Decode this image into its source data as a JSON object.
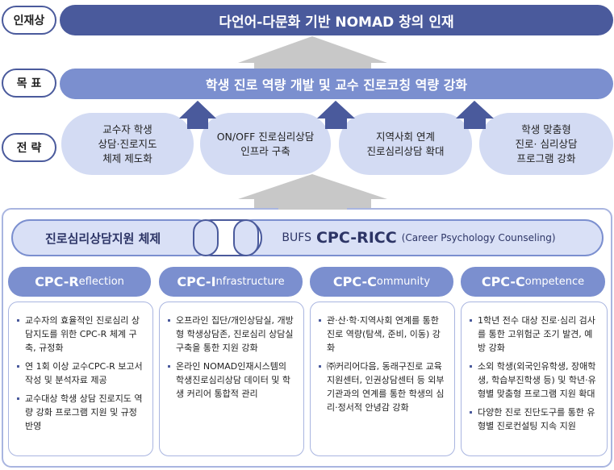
{
  "labels": {
    "talent": "인재상",
    "goal": "목 표",
    "strategy": "전 략"
  },
  "talent_text": "다언어-다문화 기반 NOMAD 창의 인재",
  "goal_text": "학생 진로 역량 개발 및 교수 진로코칭 역량 강화",
  "strategies": [
    "교수자 학생\n상담·진로지도\n체제 제도화",
    "ON/OFF 진로심리상담\n인프라 구축",
    "지역사회 연계\n진로심리상담 확대",
    "학생 맞춤형\n진로· 심리상담\n프로그램 강화"
  ],
  "system": {
    "left": "진로심리상담지원 체제",
    "prefix": "BUFS",
    "name": "CPC-RICC",
    "sub": "(Career Psychology Counseling)"
  },
  "pillars": [
    {
      "prefix": "CPC-",
      "initial": "R",
      "rest": "eflection",
      "items": [
        "교수자의 효율적인 진로심리 상담지도를 위한 CPC-R 체계 구축, 규정화",
        "연 1회 이상 교수CPC-R 보고서 작성 및 분석자료 제공",
        "교수대상 학생 상담 진로지도 역량 강화 프로그램 지원 및 규정 반영"
      ]
    },
    {
      "prefix": "CPC-",
      "initial": "I",
      "rest": "nfrastructure",
      "items": [
        "오프라인 집단/개인상담실, 개방형 학생상담존, 진로심리 상담실 구축을 통한 지원 강화",
        "온라인 NOMAD인재시스템의 학생진로심리상담 데이터 및 학생 커리어 통합적 관리"
      ]
    },
    {
      "prefix": "CPC-",
      "initial": "C",
      "rest": "ommunity",
      "items": [
        "관·산·학·지역사회 연계를 통한 진로 역량(탐색, 준비, 이동) 강화",
        "㈜커리어다음, 동래구진로 교육지원센터, 인권상담센터 등 외부기관과의 연계를 통한 학생의 심리·정서적 안녕감 강화"
      ]
    },
    {
      "prefix": "CPC-",
      "initial": "C",
      "rest": "ompetence",
      "items": [
        "1학년 전수 대상 진로·심리 검사를 통한 고위험군 조기 발견, 예방 강화",
        "소외 학생(외국인유학생, 장애학생, 학습부진학생 등) 및 학년·유형별 맞춤형 프로그램 지원 확대",
        "다양한 진로 진단도구를 통한 유형별 진로컨설팅 지속 지원"
      ]
    }
  ],
  "colors": {
    "dark": "#4a5a9c",
    "mid": "#7b8fcf",
    "light": "#d3dbf3",
    "arrow": "#c8c8c8"
  }
}
